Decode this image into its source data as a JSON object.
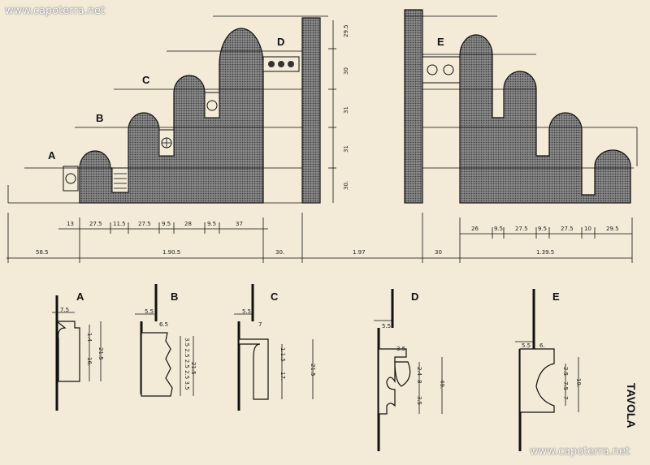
{
  "watermark": {
    "top": "www.capoterra.net",
    "bottom": "www.capoterra.net"
  },
  "plate_title": "TAVOLA",
  "labels": {
    "A": "A",
    "B": "B",
    "C": "C",
    "D": "D",
    "E": "E"
  },
  "left_elevation": {
    "segment_dims": [
      "13",
      "27.5",
      "11.5",
      "27.5",
      "9.5",
      "28",
      "9.5",
      "37"
    ]
  },
  "vertical_dims": [
    "29.5",
    "30",
    "31",
    "31",
    "30."
  ],
  "right_elevation": {
    "segment_dims": [
      "26",
      "9.5",
      "27.5",
      "9.5",
      "27.5",
      "10",
      "29.5"
    ]
  },
  "overall_dims": [
    "58.5",
    "1.90.5",
    "30.",
    "1.97",
    "30",
    "1.39.5"
  ],
  "profiles": {
    "A": [
      "7.5",
      "1.4",
      "16.",
      "21.5"
    ],
    "B": [
      "5.5",
      "6.5",
      "21.5",
      "3.5 2.5 2.5 2.5 3.5"
    ],
    "C": [
      "5.5",
      "7",
      "1.1.5",
      "17.",
      "21.5"
    ],
    "D": [
      "5.5",
      "3.5",
      "2.4",
      "8",
      "3.5",
      "49."
    ],
    "E": [
      "5.5",
      "6.",
      "2.5",
      "7.5",
      "7",
      "19."
    ]
  },
  "colors": {
    "paper": "#f3ead7",
    "ink": "#111111"
  }
}
